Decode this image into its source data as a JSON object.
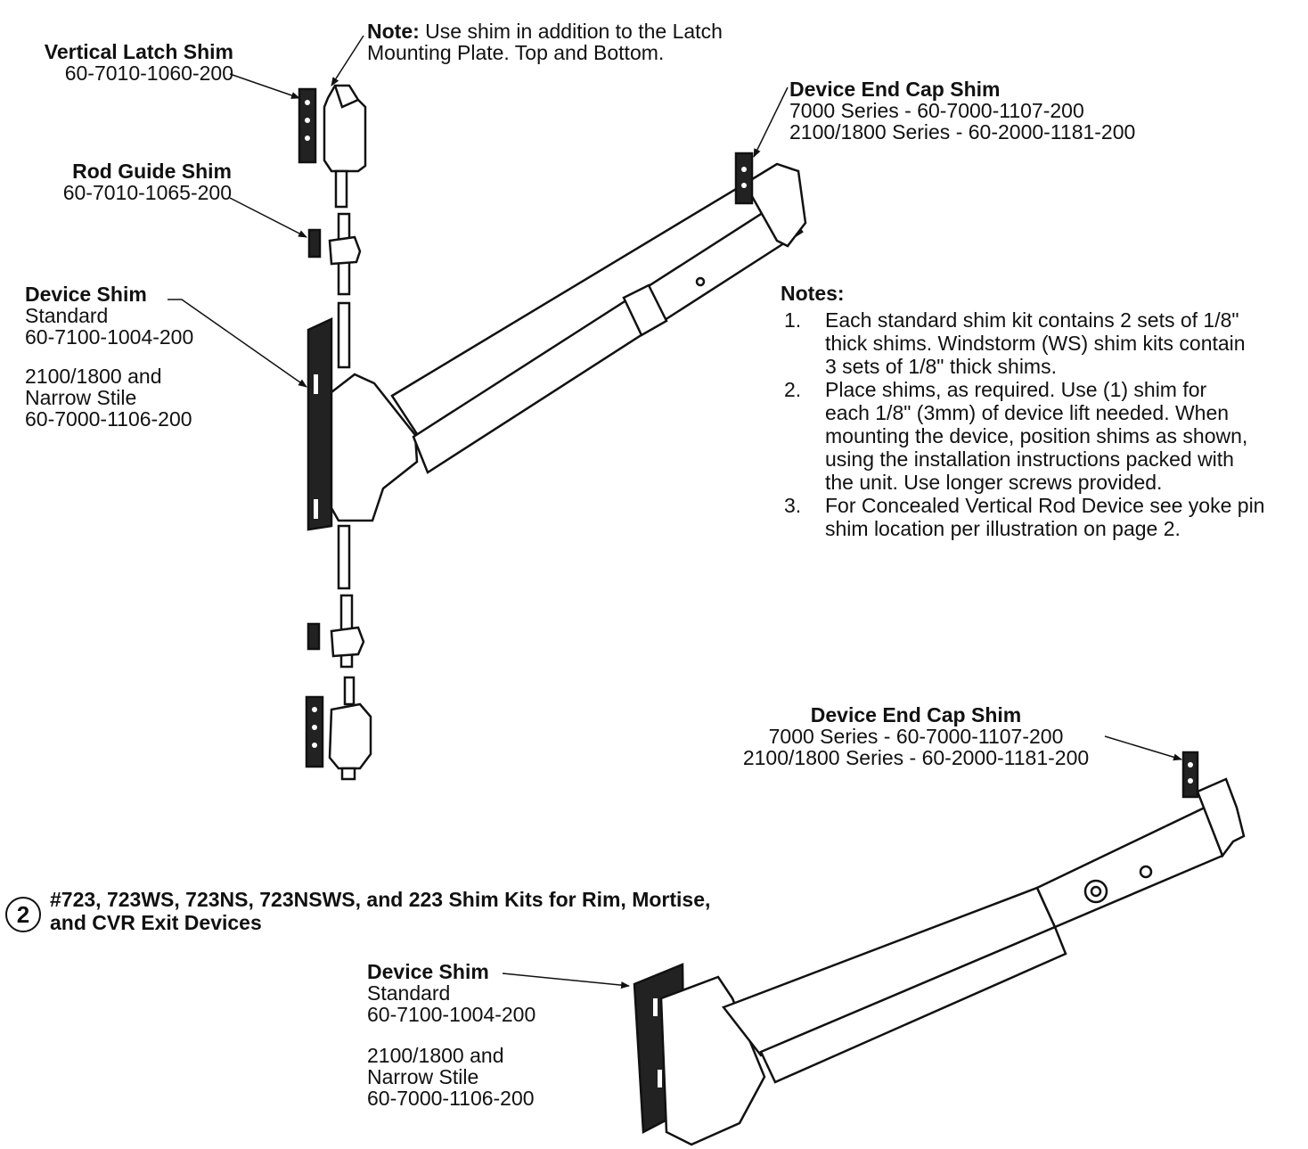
{
  "labels": {
    "vertical_latch_shim": {
      "title": "Vertical Latch Shim",
      "part": "60-7010-1060-200"
    },
    "latch_note": {
      "bold": "Note:",
      "text1": " Use shim in addition to the Latch",
      "text2": "Mounting Plate. Top and Bottom."
    },
    "rod_guide_shim": {
      "title": "Rod Guide Shim",
      "part": "60-7010-1065-200"
    },
    "device_shim_top": {
      "title": "Device Shim",
      "std": "Standard",
      "std_part": "60-7100-1004-200",
      "alt1": "2100/1800 and",
      "alt2": "Narrow Stile",
      "alt_part": "60-7000-1106-200"
    },
    "end_cap_top": {
      "title": "Device End Cap Shim",
      "line1": "7000 Series - 60-7000-1107-200",
      "line2": "2100/1800 Series - 60-2000-1181-200"
    },
    "end_cap_bottom": {
      "title": "Device End Cap Shim",
      "line1": "7000 Series - 60-7000-1107-200",
      "line2": "2100/1800 Series - 60-2000-1181-200"
    },
    "device_shim_bottom": {
      "title": "Device Shim",
      "std": "Standard",
      "std_part": "60-7100-1004-200",
      "alt1": "2100/1800 and",
      "alt2": "Narrow Stile",
      "alt_part": "60-7000-1106-200"
    }
  },
  "notes": {
    "heading": "Notes:",
    "items": [
      {
        "num": "1.",
        "lines": [
          "Each standard shim kit contains 2 sets of 1/8\"",
          "thick shims. Windstorm (WS) shim kits contain",
          "3 sets of 1/8\" thick shims."
        ]
      },
      {
        "num": "2.",
        "lines": [
          "Place shims, as required. Use (1) shim for",
          "each 1/8\" (3mm) of device lift needed. When",
          "mounting the device, position shims as shown,",
          "using the installation instructions packed with",
          "the unit. Use longer screws provided."
        ]
      },
      {
        "num": "3.",
        "lines": [
          "For Concealed Vertical Rod Device see yoke pin",
          "shim location per illustration on page 2."
        ]
      }
    ]
  },
  "kit": {
    "number": "2",
    "title_line1": "#723, 723WS, 723NS, 723NSWS, and 223 Shim Kits for Rim, Mortise,",
    "title_line2": "and CVR Exit Devices"
  }
}
